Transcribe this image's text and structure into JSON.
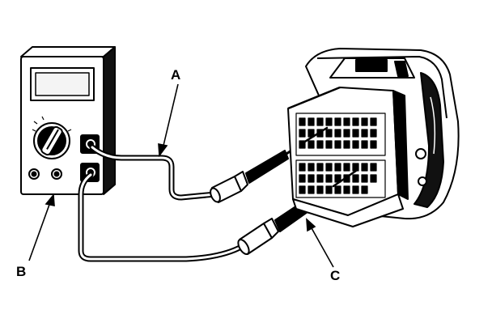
{
  "callouts": {
    "a": "A",
    "b": "B",
    "c": "C"
  },
  "colors": {
    "ink": "#000000",
    "paper": "#ffffff",
    "lcd": "#f4f4f4",
    "shade": "#1a1a1a"
  }
}
